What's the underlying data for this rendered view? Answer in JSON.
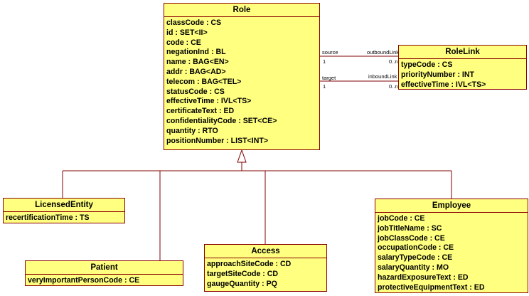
{
  "colors": {
    "class_fill": "#ffff80",
    "border": "#8b0000",
    "line": "#800000"
  },
  "classes": {
    "role": {
      "name": "Role",
      "attributes": [
        "classCode : CS",
        "id : SET<II>",
        "code : CE",
        "negationInd : BL",
        "name : BAG<EN>",
        "addr : BAG<AD>",
        "telecom : BAG<TEL>",
        "statusCode : CS",
        "effectiveTime : IVL<TS>",
        "certificateText : ED",
        "confidentialityCode : SET<CE>",
        "quantity : RTO",
        "positionNumber : LIST<INT>"
      ]
    },
    "rolelink": {
      "name": "RoleLink",
      "attributes": [
        "typeCode : CS",
        "priorityNumber : INT",
        "effectiveTime : IVL<TS>"
      ]
    },
    "licensed": {
      "name": "LicensedEntity",
      "attributes": [
        "recertificationTime : TS"
      ]
    },
    "patient": {
      "name": "Patient",
      "attributes": [
        "veryImportantPersonCode : CE"
      ]
    },
    "access": {
      "name": "Access",
      "attributes": [
        "approachSiteCode : CD",
        "targetSiteCode : CD",
        "gaugeQuantity : PQ"
      ]
    },
    "employee": {
      "name": "Employee",
      "attributes": [
        "jobCode : CE",
        "jobTitleName : SC",
        "jobClassCode : CE",
        "occupationCode : CE",
        "salaryTypeCode : CE",
        "salaryQuantity : MO",
        "hazardExposureText : ED",
        "protectiveEquipmentText : ED"
      ]
    }
  },
  "associations": {
    "outbound": {
      "role_end": "source",
      "role_mult": "1",
      "link_end": "outboundLink",
      "link_mult": "0..n"
    },
    "inbound": {
      "role_end": "target",
      "role_mult": "1",
      "link_end": "inboundLink",
      "link_mult": "0..n"
    }
  }
}
